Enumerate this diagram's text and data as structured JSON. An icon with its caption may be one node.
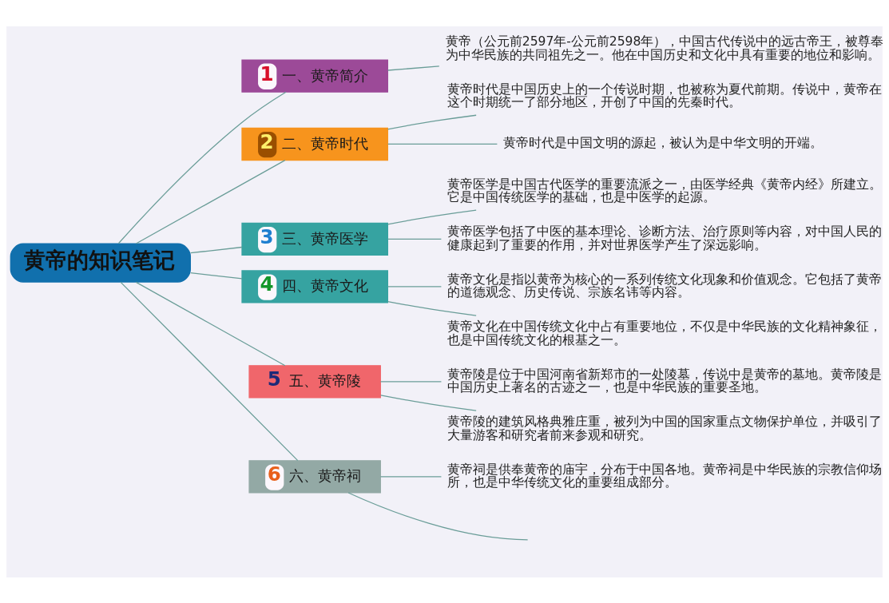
{
  "diagram": {
    "nodes": [
      {
        "text": [
          "黄帝的知识笔记"
        ]
      },
      {
        "text": [
          "1",
          "一、黄帝简介"
        ]
      },
      {
        "text": [
          "黄帝（公元前2597年-公元前2598年），中国古代传说中的远古帝王，被尊奉为中华民族的共同祖先之一。他在中国历史和文化中具有重要的地位和影响。"
        ]
      },
      {
        "text": [
          "2",
          "二、黄帝时代"
        ]
      },
      {
        "text": [
          "黄帝时代是中国历史上的一个传说时期，也被称为夏代前期。传说中，黄帝在这个时期统一了部分地区，开创了中国的先秦时代。"
        ]
      },
      {
        "text": [
          "黄帝时代是中国文明的源起，被认为是中华文明的开端。"
        ]
      },
      {
        "text": [
          "3",
          "三、黄帝医学"
        ]
      },
      {
        "text": [
          "黄帝医学是中国古代医学的重要流派之一，由医学经典《黄帝内经》所建立。它是中国传统医学的基础，也是中医学的起源。"
        ]
      },
      {
        "text": [
          "黄帝医学包括了中医的基本理论、诊断方法、治疗原则等内容，对中国人民的健康起到了重要的作用，并对世界医学产生了深远影响。"
        ]
      },
      {
        "text": [
          "4",
          "四、黄帝文化"
        ]
      },
      {
        "text": [
          "黄帝文化是指以黄帝为核心的一系列传统文化现象和价值观念。它包括了黄帝的道德观念、历史传说、宗族名讳等内容。"
        ]
      },
      {
        "text": [
          "黄帝文化在中国传统文化中占有重要地位，不仅是中华民族的文化精神象征，也是中国传统文化的根基之一。"
        ]
      },
      {
        "text": [
          "5",
          "五、黄帝陵"
        ]
      },
      {
        "text": [
          "黄帝陵是位于中国河南省新郑市的一处陵墓，传说中是黄帝的墓地。黄帝陵是中国历史上著名的古迹之一，也是中华民族的重要圣地。"
        ]
      },
      {
        "text": [
          "黄帝陵的建筑风格典雅庄重，被列为中国的国家重点文物保护单位，并吸引了大量游客和研究者前来参观和研究。"
        ]
      },
      {
        "text": [
          "6",
          "六、黄帝祠"
        ]
      },
      {
        "text": [
          "黄帝祠是供奉黄帝的庙宇，分布于中国各地。黄帝祠是中华民族的宗教信仰场所，也是中华传统文化的重要组成部分。"
        ]
      }
    ],
    "edges": [
      {
        "from": 0,
        "to": 1,
        "arrow": "none"
      },
      {
        "from": 1,
        "to": 2,
        "arrow": "none"
      },
      {
        "from": 0,
        "to": 3,
        "arrow": "none"
      },
      {
        "from": 3,
        "to": 4,
        "arrow": "none"
      },
      {
        "from": 3,
        "to": 5,
        "arrow": "none"
      },
      {
        "from": 0,
        "to": 6,
        "arrow": "none"
      },
      {
        "from": 6,
        "to": 7,
        "arrow": "none"
      },
      {
        "from": 6,
        "to": 8,
        "arrow": "none"
      },
      {
        "from": 0,
        "to": 9,
        "arrow": "none"
      },
      {
        "from": 9,
        "to": 10,
        "arrow": "none"
      },
      {
        "from": 9,
        "to": 11,
        "arrow": "none"
      },
      {
        "from": 0,
        "to": 12,
        "arrow": "none"
      },
      {
        "from": 12,
        "to": 13,
        "arrow": "none"
      },
      {
        "from": 12,
        "to": 14,
        "arrow": "none"
      },
      {
        "from": 0,
        "to": 15,
        "arrow": "none"
      },
      {
        "from": 15,
        "to": 16,
        "arrow": "none"
      },
      {
        "from": 15,
        "to": null,
        "arrow": "none"
      }
    ]
  }
}
